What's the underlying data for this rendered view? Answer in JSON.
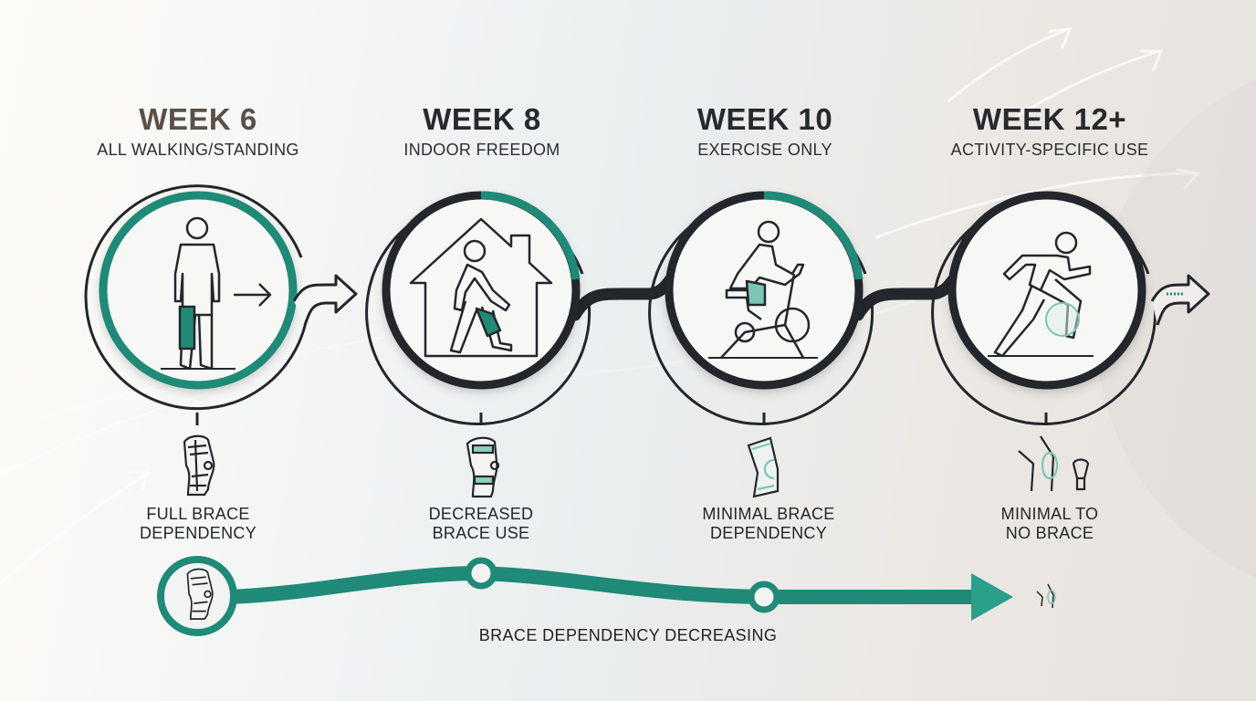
{
  "colors": {
    "teal": "#1f8a78",
    "teal_light": "#2aa08b",
    "dark": "#23272b",
    "text": "#26292d",
    "week6_title": "#5a5048"
  },
  "stages": [
    {
      "week": "WEEK 6",
      "subtitle": "ALL WALKING/STANDING",
      "icon": "standing-person-with-knee-brace-icon",
      "progress_arc": "full-teal",
      "dependency_icon": "hinged-knee-brace-icon",
      "dependency_label_line1": "FULL BRACE",
      "dependency_label_line2": "DEPENDENCY"
    },
    {
      "week": "WEEK 8",
      "subtitle": "INDOOR FREEDOM",
      "icon": "person-walking-in-house-icon",
      "progress_arc": "partial-teal",
      "dependency_icon": "knee-brace-with-straps-icon",
      "dependency_label_line1": "DECREASED",
      "dependency_label_line2": "BRACE USE"
    },
    {
      "week": "WEEK 10",
      "subtitle": "EXERCISE ONLY",
      "icon": "person-on-exercise-bike-icon",
      "progress_arc": "partial-teal",
      "dependency_icon": "knee-sleeve-icon",
      "dependency_label_line1": "MINIMAL BRACE",
      "dependency_label_line2": "DEPENDENCY"
    },
    {
      "week": "WEEK 12+",
      "subtitle": "ACTIVITY-SPECIFIC USE",
      "icon": "running-person-icon",
      "progress_arc": "none",
      "dependency_icon": "bare-knee-icon",
      "dependency_label_line1": "MINIMAL TO",
      "dependency_label_line2": "NO BRACE"
    }
  ],
  "timeline": {
    "label": "BRACE DEPENDENCY DECREASING",
    "start_icon": "hinged-knee-brace-icon",
    "end_icon": "bare-knee-icon"
  }
}
